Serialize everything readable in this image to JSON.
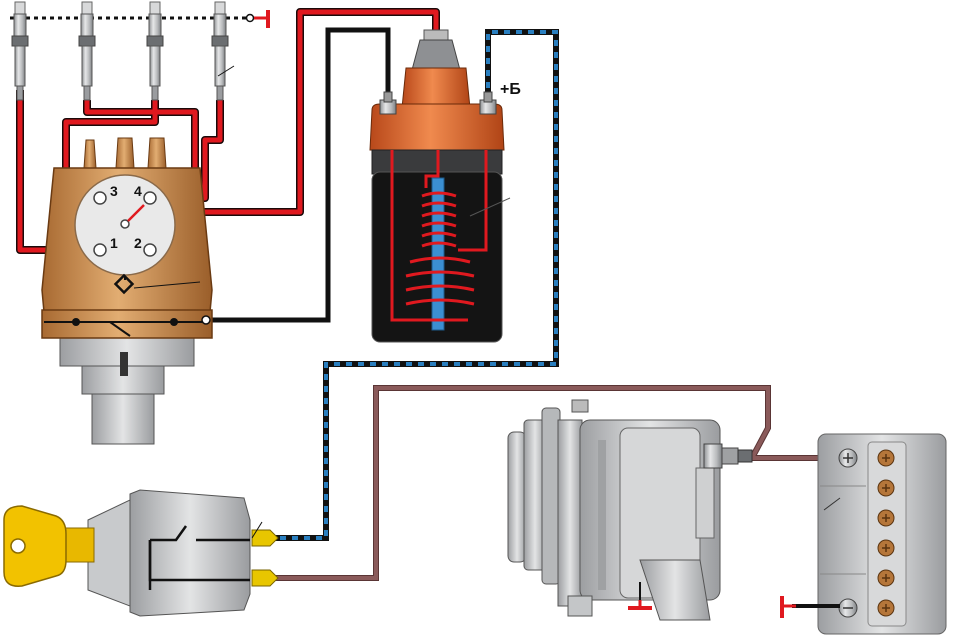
{
  "labels": {
    "coil_terminal": "+Б",
    "cap_numbers": [
      "3",
      "4",
      "1",
      "2"
    ]
  },
  "colors": {
    "wire_red": "#e0191f",
    "wire_black": "#111111",
    "wire_brown": "#8a5a5a",
    "wire_blue": "#2a7fc0",
    "coil_orange": "#d9622a",
    "distributor_tan": "#c98a4a",
    "key_yellow": "#f2c200",
    "ground_red": "#e0191f",
    "metal_grey": "#c9cbcd",
    "battery_grey": "#a8aaad"
  },
  "components": [
    {
      "name": "spark-plugs",
      "count": 4
    },
    {
      "name": "distributor"
    },
    {
      "name": "ignition-coil"
    },
    {
      "name": "ignition-switch"
    },
    {
      "name": "alternator"
    },
    {
      "name": "battery",
      "cells": 6
    }
  ]
}
